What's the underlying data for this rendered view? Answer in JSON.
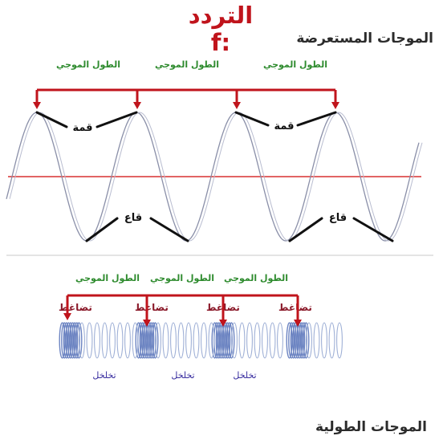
{
  "title": "التردد :f",
  "transverse": {
    "heading": "الموجات المستعرضة",
    "wavelength_labels": [
      "الطول الموجي",
      "الطول الموجي",
      "الطول الموجي"
    ],
    "crest_labels": [
      "قمة",
      "قمة"
    ],
    "trough_labels": [
      "قاع",
      "قاع"
    ]
  },
  "longitudinal": {
    "heading": "الموجات الطولية",
    "wavelength_labels": [
      "الطول الموجي",
      "الطول الموجي",
      "الطول الموجي"
    ],
    "compression_labels": [
      "تضاغط",
      "تضاغط",
      "تضاغط",
      "تضاغط"
    ],
    "rarefaction_labels": [
      "تخلخل",
      "تخلخل",
      "تخلخل"
    ]
  },
  "colors": {
    "title": "#c0141c",
    "bracket": "#c0141c",
    "wavelength_text": "#2e8b2e",
    "rarefaction_text": "#3a2fa0",
    "axis": "#d93030",
    "spring": "#9fb0d6",
    "spring_dense": "#6c84c2"
  }
}
